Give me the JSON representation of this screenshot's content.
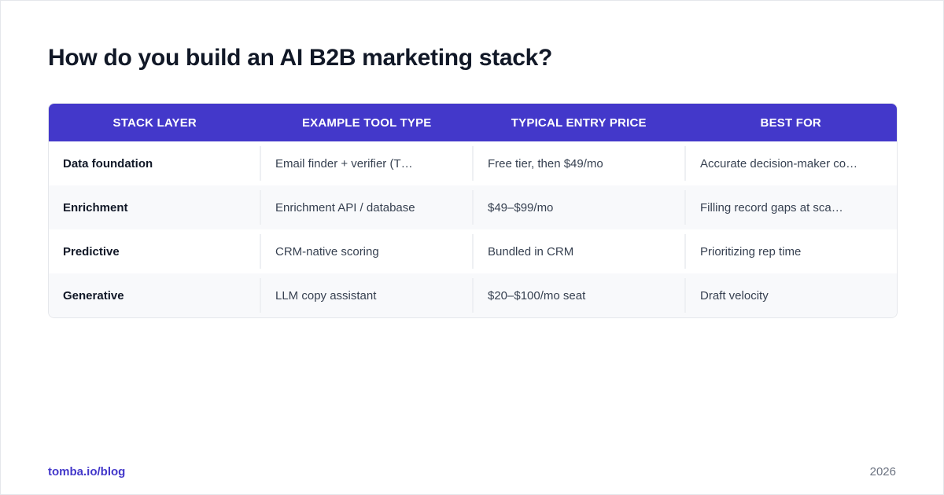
{
  "title": "How do you build an AI B2B marketing stack?",
  "table": {
    "headers": [
      "STACK LAYER",
      "EXAMPLE TOOL TYPE",
      "TYPICAL ENTRY PRICE",
      "BEST FOR"
    ],
    "rows": [
      [
        "Data foundation",
        "Email finder + verifier (T…",
        "Free tier, then $49/mo",
        "Accurate decision-maker co…"
      ],
      [
        "Enrichment",
        "Enrichment API / database",
        "$49–$99/mo",
        "Filling record gaps at sca…"
      ],
      [
        "Predictive",
        "CRM-native scoring",
        "Bundled in CRM",
        "Prioritizing rep time"
      ],
      [
        "Generative",
        "LLM copy assistant",
        "$20–$100/mo seat",
        "Draft velocity"
      ]
    ]
  },
  "footer": {
    "link": "tomba.io/blog",
    "year": "2026"
  },
  "colors": {
    "header_bg": "#4338ca",
    "link": "#4338ca",
    "title": "#111827"
  }
}
